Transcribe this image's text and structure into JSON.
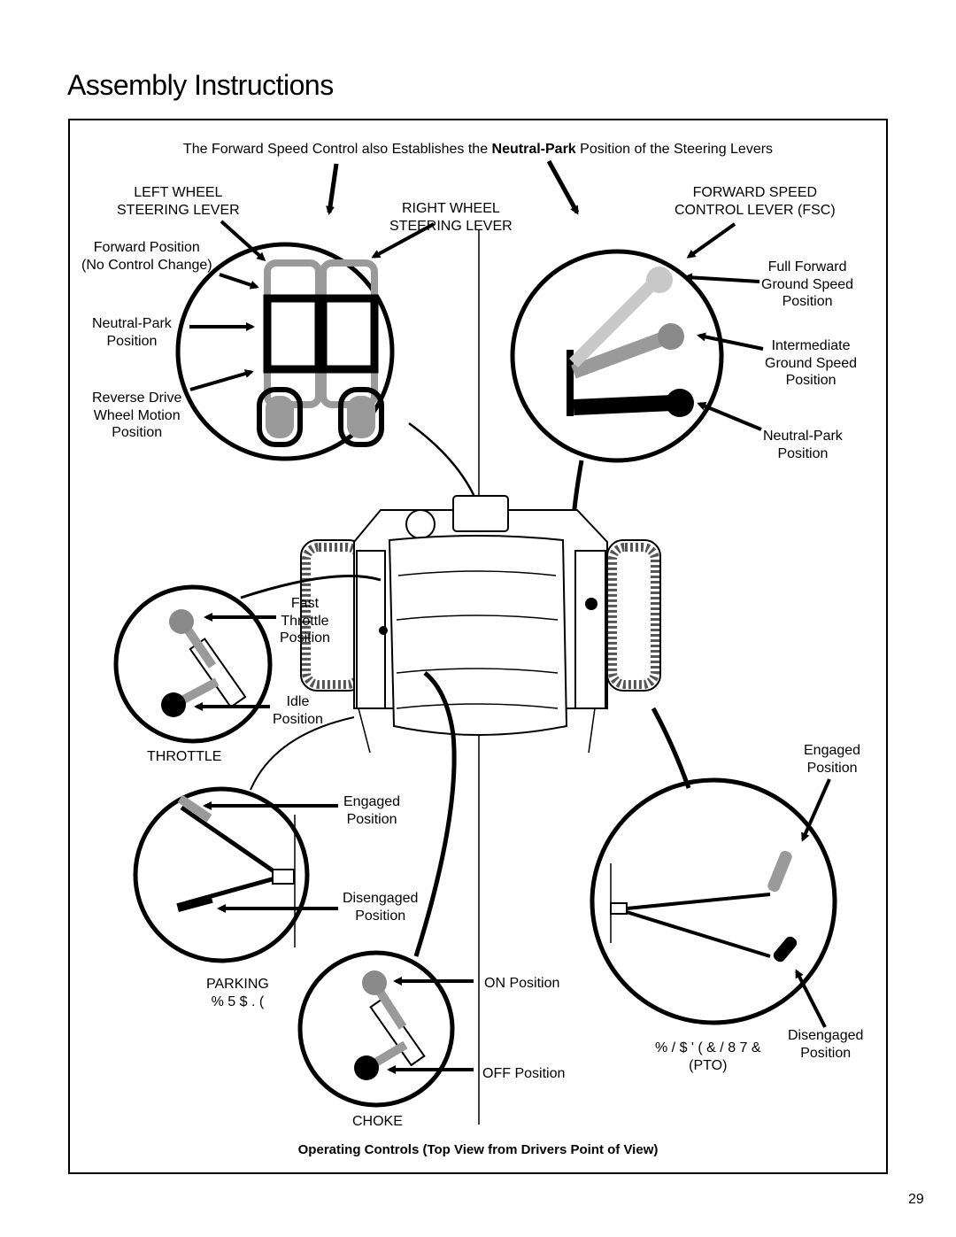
{
  "page": {
    "title": "Assembly Instructions",
    "page_number": "29"
  },
  "header": {
    "pre": "The Forward Speed Control also Establishes the ",
    "bold": "Neutral-Park",
    "post": " Position of the Steering Levers"
  },
  "steering": {
    "left_wheel_lever_1": "LEFT WHEEL",
    "left_wheel_lever_2": "STEERING LEVER",
    "right_wheel_lever_1": "RIGHT WHEEL",
    "right_wheel_lever_2": "STEERING LEVER",
    "forward_position_1": "Forward Position",
    "forward_position_2": "(No Control Change)",
    "neutral_park_1": "Neutral-Park",
    "neutral_park_2": "Position",
    "reverse_1": "Reverse Drive",
    "reverse_2": "Wheel Motion",
    "reverse_3": "Position"
  },
  "fsc": {
    "title_1": "FORWARD SPEED",
    "title_2": "CONTROL LEVER (FSC)",
    "full_1": "Full Forward",
    "full_2": "Ground Speed",
    "full_3": "Position",
    "inter_1": "Intermediate",
    "inter_2": "Ground Speed",
    "inter_3": "Position",
    "neutral_1": "Neutral-Park",
    "neutral_2": "Position"
  },
  "throttle": {
    "fast_1": "Fast",
    "fast_2": "Throttle",
    "fast_3": "Position",
    "idle_1": "Idle",
    "idle_2": "Position",
    "label": "THROTTLE"
  },
  "parking": {
    "engaged_1": "Engaged",
    "engaged_2": "Position",
    "disengaged_1": "Disengaged",
    "disengaged_2": "Position",
    "label": "PARKING",
    "label_2": "% 5 $ . ("
  },
  "choke": {
    "on": "ON Position",
    "off": "OFF Position",
    "label": "CHOKE"
  },
  "pto": {
    "engaged_1": "Engaged",
    "engaged_2": "Position",
    "disengaged_1": "Disengaged",
    "disengaged_2": "Position",
    "label_1": "% / $ ' (   & / 8 7 &",
    "label_2": "(PTO)"
  },
  "caption": "Operating Controls (Top View from Drivers Point of View)",
  "colors": {
    "ink": "#000000",
    "gray_lever": "#8a8a8a",
    "light_gray": "#bdbdbd"
  }
}
